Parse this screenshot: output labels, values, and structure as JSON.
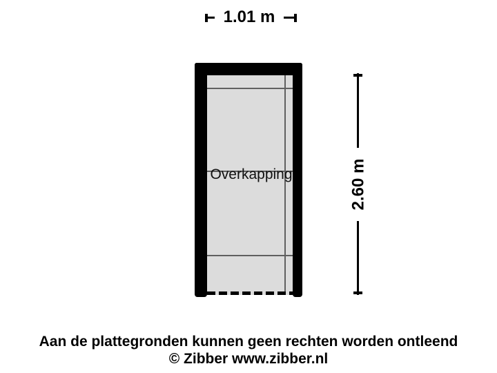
{
  "floorplan": {
    "room_label": "Overkapping",
    "wall_color": "#000000",
    "floor_color": "#dcdcdc",
    "guide_line_color": "#5f5f5f",
    "open_side": "bottom-dashed"
  },
  "dimensions": {
    "width_label": "1.01 m",
    "height_label": "2.60 m"
  },
  "footer": {
    "disclaimer": "Aan de plattegronden kunnen geen rechten worden ontleend",
    "copyright": "© Zibber www.zibber.nl"
  }
}
